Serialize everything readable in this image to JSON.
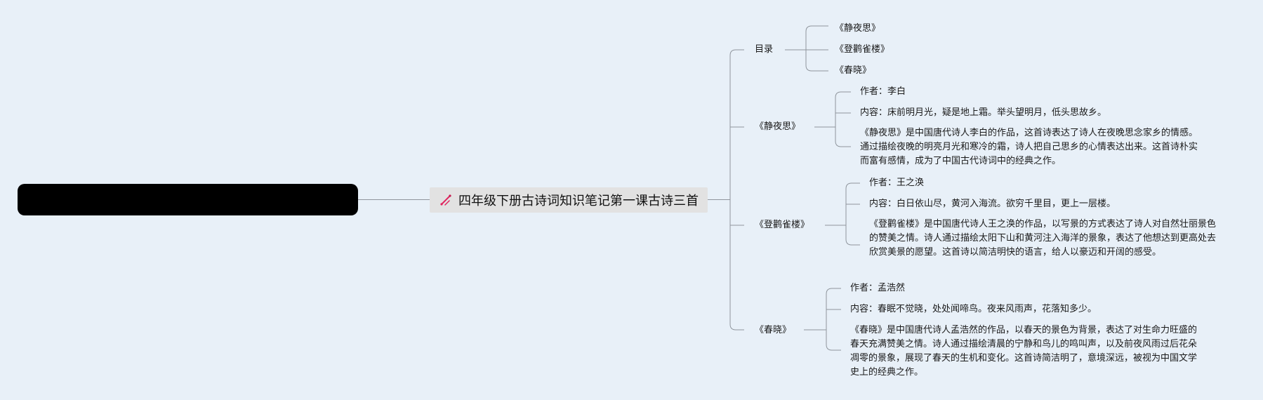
{
  "root": {
    "title": "四年级下册古诗词知识笔记第一课古诗三首",
    "icon": "pen-icon"
  },
  "branches": {
    "toc": {
      "label": "目录",
      "items": [
        "《静夜思》",
        "《登鹳雀楼》",
        "《春晓》"
      ]
    },
    "jingyesi": {
      "label": "《静夜思》",
      "author": "作者：李白",
      "content": "内容：床前明月光，疑是地上霜。举头望明月，低头思故乡。",
      "desc": "《静夜思》是中国唐代诗人李白的作品，这首诗表达了诗人在夜晚思念家乡的情感。通过描绘夜晚的明亮月光和寒冷的霜，诗人把自己思乡的心情表达出来。这首诗朴实而富有感情，成为了中国古代诗词中的经典之作。"
    },
    "dengquelou": {
      "label": "《登鹳雀楼》",
      "author": "作者：王之涣",
      "content": "内容：白日依山尽，黄河入海流。欲穷千里目，更上一层楼。",
      "desc": "《登鹳雀楼》是中国唐代诗人王之涣的作品，以写景的方式表达了诗人对自然壮丽景色的赞美之情。诗人通过描绘太阳下山和黄河注入海洋的景象，表达了他想达到更高处去欣赏美景的愿望。这首诗以简洁明快的语言，给人以豪迈和开阔的感受。"
    },
    "chunxiao": {
      "label": "《春晓》",
      "author": "作者：孟浩然",
      "content": "内容：春眠不觉晓，处处闻啼鸟。夜来风雨声，花落知多少。",
      "desc": "《春晓》是中国唐代诗人孟浩然的作品，以春天的景色为背景，表达了对生命力旺盛的春天充满赞美之情。诗人通过描绘清晨的宁静和鸟儿的鸣叫声，以及前夜风雨过后花朵凋零的景象，展现了春天的生机和变化。这首诗简洁明了，意境深远，被视为中国文学史上的经典之作。"
    }
  },
  "colors": {
    "background": "#e8f0f8",
    "line": "#8f959c",
    "root_bg": "#e2e2e2",
    "icon_accent": "#e0245e"
  }
}
